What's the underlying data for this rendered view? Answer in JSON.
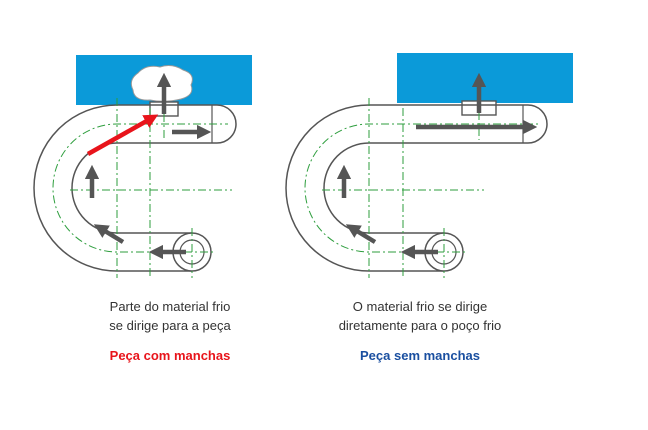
{
  "left_panel": {
    "caption_line1": "Parte do material frio",
    "caption_line2": "se dirige para a peça",
    "verdict": "Peça com manchas",
    "verdict_color": "#e8141b"
  },
  "right_panel": {
    "caption_line1": "O material frio se dirige",
    "caption_line2": "diretamente para o poço frio",
    "verdict": "Peça sem manchas",
    "verdict_color": "#1a4fa0"
  },
  "colors": {
    "part_fill": "#0b9ad9",
    "runner_outline": "#555555",
    "centerline": "#2e9e3e",
    "arrow": "#555555",
    "cold_flow_arrow": "#e8141b"
  }
}
